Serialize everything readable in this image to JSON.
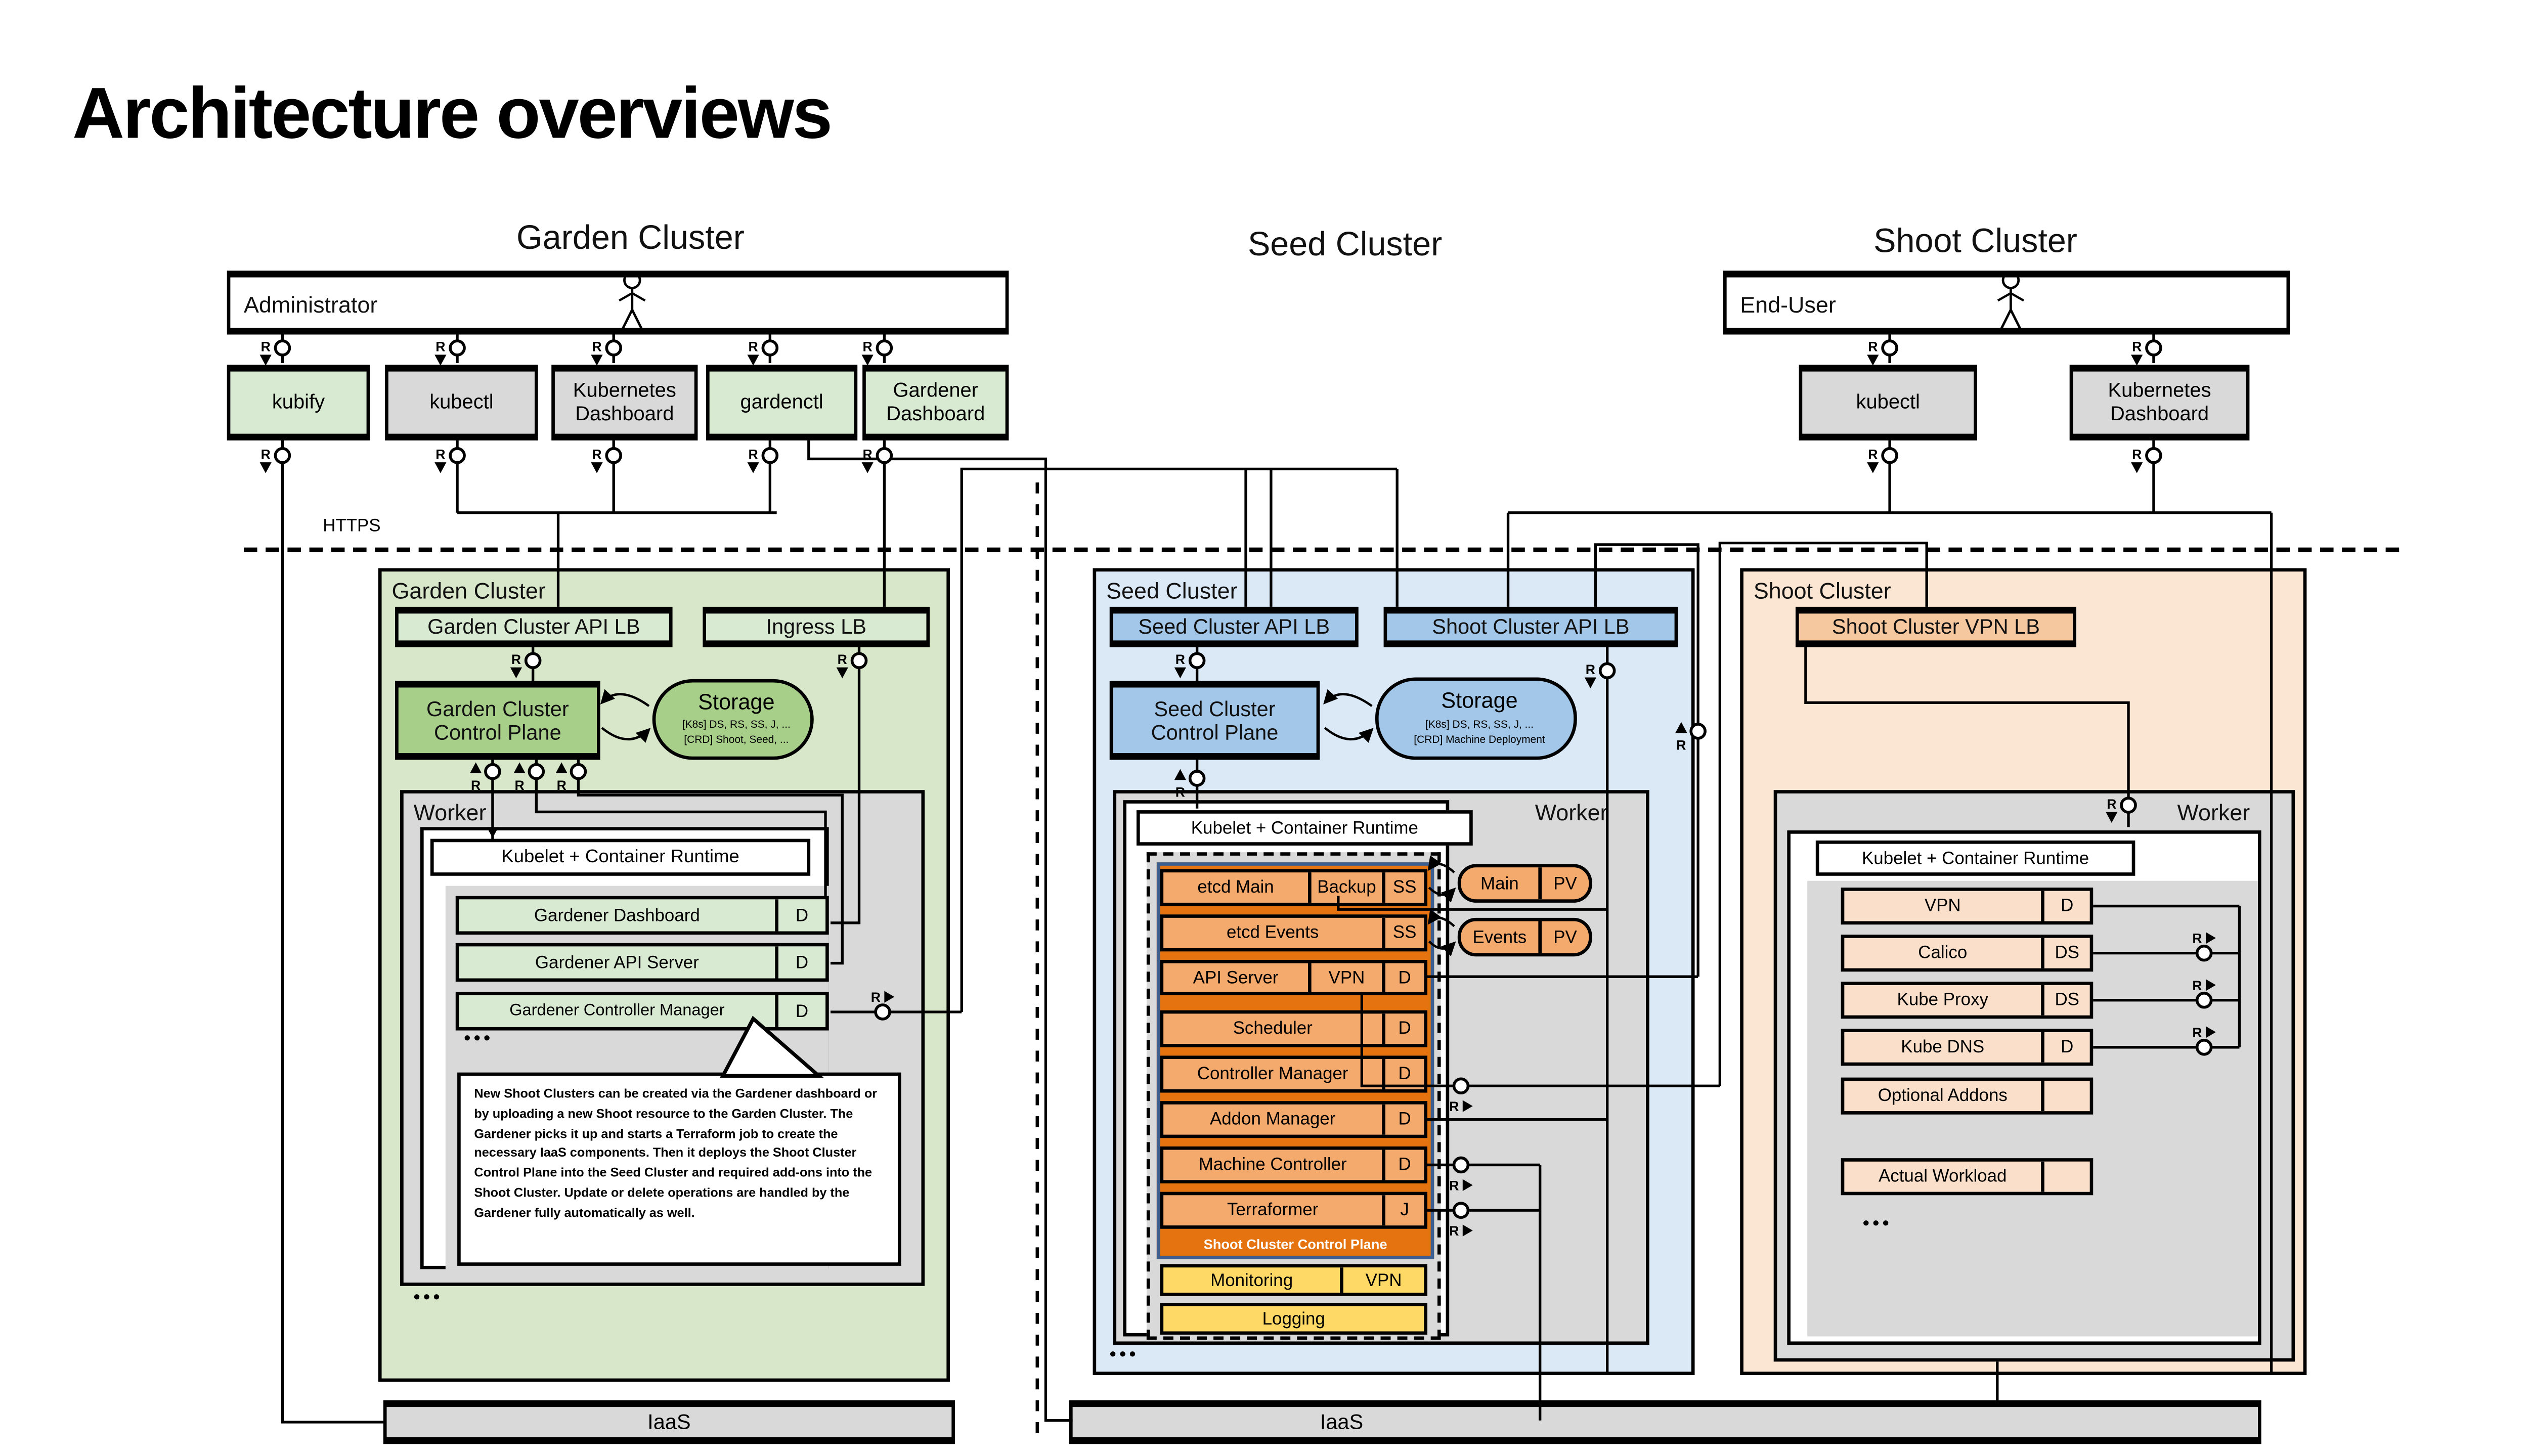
{
  "page": {
    "title": "Architecture overviews"
  },
  "connector": {
    "label": "R"
  },
  "https_label": "HTTPS",
  "colors": {
    "garden_bg": "#d8e7ca",
    "garden_row": "#d9ead3",
    "garden_mid": "#a8cf8a",
    "seed_bg": "#dbe8f6",
    "seed_mid": "#a3c7e9",
    "orange_dark": "#e5730f",
    "orange_row": "#f4a96d",
    "yellow": "#fed966",
    "shoot_bg": "#fbe5d3",
    "shoot_lb": "#f6c8a0",
    "shoot_row": "#fadfca",
    "gray": "#d9d9d9",
    "white": "#ffffff",
    "black": "#000000"
  },
  "garden": {
    "heading": "Garden Cluster",
    "actor": "Administrator",
    "tools": [
      {
        "label": "kubify"
      },
      {
        "label": "kubectl"
      },
      {
        "label": "Kubernetes Dashboard"
      },
      {
        "label": "gardenctl"
      },
      {
        "label": "Gardener Dashboard"
      }
    ],
    "box_label": "Garden Cluster",
    "api_lb": "Garden Cluster API LB",
    "ingress_lb": "Ingress LB",
    "control_plane": "Garden Cluster Control Plane",
    "storage": {
      "title": "Storage",
      "line1": "[K8s] DS, RS, SS, J, ...",
      "line2": "[CRD] Shoot, Seed, ..."
    },
    "worker_label": "Worker",
    "kubelet": "Kubelet + Container Runtime",
    "rows": [
      {
        "label": "Gardener Dashboard",
        "badge": "D"
      },
      {
        "label": "Gardener API Server",
        "badge": "D"
      },
      {
        "label": "Gardener Controller Manager",
        "badge": "D"
      }
    ],
    "ellipsis": "•••",
    "note": "New Shoot Clusters can be created via the Gardener dashboard or by uploading a new Shoot resource to the Garden Cluster. The Gardener picks it up and starts a Terraform job to create the necessary IaaS components. Then it deploys the Shoot Cluster Control Plane into the Seed Cluster and required add-ons into the Shoot Cluster. Update or delete operations are handled by the Gardener fully automatically as well.",
    "iaas": "IaaS"
  },
  "seed": {
    "heading": "Seed Cluster",
    "box_label": "Seed Cluster",
    "seed_api_lb": "Seed Cluster API LB",
    "shoot_api_lb": "Shoot Cluster API LB",
    "control_plane": "Seed Cluster Control Plane",
    "storage": {
      "title": "Storage",
      "line1": "[K8s] DS, RS, SS, J, ...",
      "line2": "[CRD] Machine Deployment"
    },
    "worker_label": "Worker",
    "kubelet": "Kubelet + Container Runtime",
    "rows": [
      {
        "label": "etcd Main",
        "sub": "Backup",
        "badge": "SS"
      },
      {
        "label": "etcd Events",
        "badge": "SS"
      },
      {
        "label": "API Server",
        "sub": "VPN",
        "badge": "D"
      },
      {
        "label": "Scheduler",
        "badge": "D"
      },
      {
        "label": "Controller Manager",
        "badge": "D"
      },
      {
        "label": "Addon Manager",
        "badge": "D"
      },
      {
        "label": "Machine Controller",
        "badge": "D"
      },
      {
        "label": "Terraformer",
        "badge": "J"
      }
    ],
    "banner": "Shoot Cluster Control Plane",
    "pvs": [
      {
        "label": "Main",
        "badge": "PV"
      },
      {
        "label": "Events",
        "badge": "PV"
      }
    ],
    "monitoring": {
      "label": "Monitoring",
      "sub": "VPN"
    },
    "logging": "Logging",
    "ellipsis": "•••",
    "iaas": "IaaS"
  },
  "shoot": {
    "heading": "Shoot Cluster",
    "actor": "End-User",
    "tools": [
      {
        "label": "kubectl"
      },
      {
        "label": "Kubernetes Dashboard"
      }
    ],
    "box_label": "Shoot Cluster",
    "vpn_lb": "Shoot Cluster VPN LB",
    "worker_label": "Worker",
    "kubelet": "Kubelet + Container Runtime",
    "rows": [
      {
        "label": "VPN",
        "badge": "D"
      },
      {
        "label": "Calico",
        "badge": "DS"
      },
      {
        "label": "Kube Proxy",
        "badge": "DS"
      },
      {
        "label": "Kube DNS",
        "badge": "D"
      },
      {
        "label": "Optional Addons",
        "badge": ""
      },
      {
        "label": "Actual Workload",
        "badge": ""
      }
    ],
    "ellipsis": "•••"
  }
}
